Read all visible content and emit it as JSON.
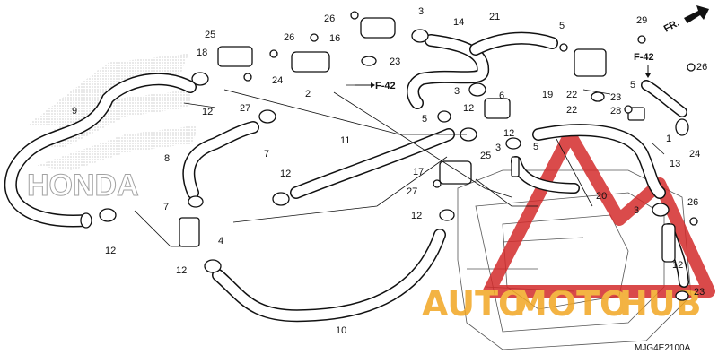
{
  "diagram": {
    "code": "MJG4E2100A",
    "direction_label": "FR.",
    "ref_labels": [
      "F-42",
      "F-42"
    ],
    "watermark": {
      "part1": "AUTO",
      "part2": "MOTO",
      "part3": "HUB"
    },
    "background_brand": "HONDA",
    "parts": [
      "1",
      "2",
      "3",
      "3",
      "3",
      "3",
      "4",
      "5",
      "5",
      "5",
      "5",
      "6",
      "7",
      "7",
      "8",
      "9",
      "10",
      "11",
      "12",
      "12",
      "12",
      "12",
      "12",
      "12",
      "12",
      "12",
      "13",
      "14",
      "16",
      "17",
      "18",
      "19",
      "20",
      "21",
      "22",
      "22",
      "23",
      "23",
      "23",
      "24",
      "24",
      "25",
      "25",
      "26",
      "26",
      "26",
      "26",
      "27",
      "27",
      "28",
      "29"
    ]
  },
  "colors": {
    "watermark_orange": "#f2a623",
    "watermark_red": "#d32b2b",
    "line": "#111111"
  }
}
